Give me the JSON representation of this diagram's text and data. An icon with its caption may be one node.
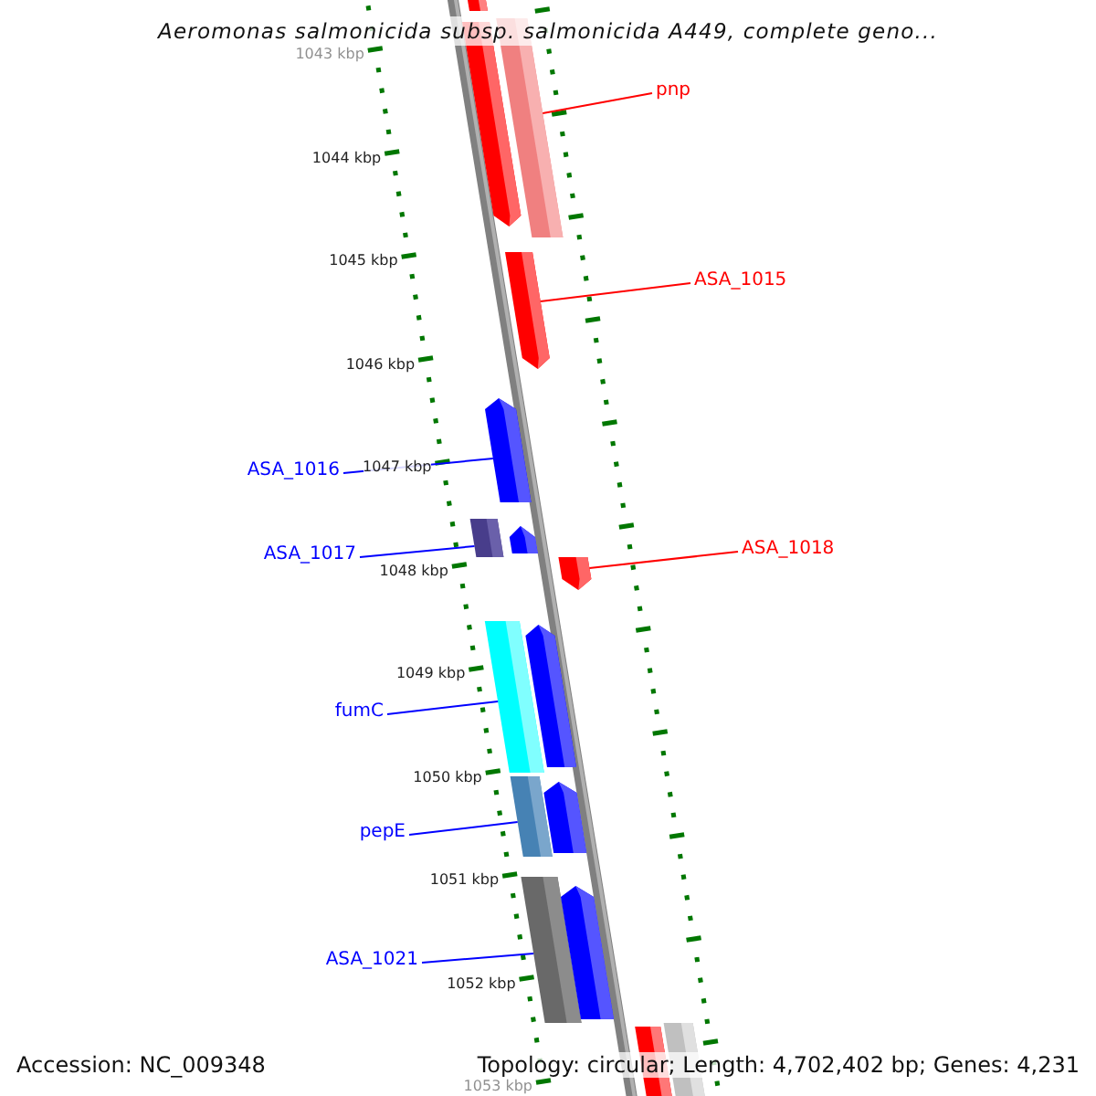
{
  "diagram": {
    "title": "Aeromonas salmonicida subsp. salmonicida A449, complete geno...",
    "nodes": [
      {
        "text": [
          "pnp"
        ]
      },
      {
        "text": [
          "ASA_1015"
        ]
      },
      {
        "text": [
          "ASA_1016"
        ]
      },
      {
        "text": [
          "ASA_1017"
        ]
      },
      {
        "text": [
          "ASA_1018"
        ]
      },
      {
        "text": [
          "fumC"
        ]
      },
      {
        "text": [
          "pepE"
        ]
      },
      {
        "text": [
          "ASA_1021"
        ]
      },
      {
        "text": [],
        "shape": "bar"
      },
      {
        "text": [],
        "shape": "bar"
      },
      {
        "text": [],
        "shape": "bar"
      },
      {
        "text": [],
        "shape": "bar"
      },
      {
        "text": [],
        "shape": "bar"
      },
      {
        "text": [],
        "shape": "bar"
      },
      {
        "text": [],
        "shape": "bar"
      },
      {
        "text": [],
        "shape": "bar"
      },
      {
        "text": [],
        "shape": "bar"
      },
      {
        "text": [],
        "shape": "bar"
      },
      {
        "text": [],
        "shape": "bar"
      },
      {
        "text": [],
        "shape": "bar"
      },
      {
        "text": [],
        "shape": "bar"
      },
      {
        "text": [],
        "shape": "bar"
      },
      {
        "text": [],
        "shape": "bar"
      },
      {
        "text": [],
        "shape": "bar"
      }
    ],
    "edges": [
      {
        "from": 0,
        "to": 10,
        "arrow": "none",
        "color": "#ff0000"
      },
      {
        "from": 1,
        "to": 11,
        "arrow": "none",
        "color": "#ff0000"
      },
      {
        "from": 2,
        "to": 12,
        "arrow": "none"
      },
      {
        "from": 3,
        "to": 13,
        "arrow": "none"
      },
      {
        "from": 4,
        "to": 15,
        "arrow": "none",
        "color": "#ff0000"
      },
      {
        "from": 5,
        "to": 16,
        "arrow": "none"
      },
      {
        "from": 6,
        "to": 18,
        "arrow": "none"
      },
      {
        "from": 7,
        "to": 20,
        "arrow": "none"
      }
    ],
    "labels": [
      "1043 kbp",
      "1044 kbp",
      "1045 kbp",
      "1046 kbp",
      "1047 kbp",
      "1048 kbp",
      "1049 kbp",
      "1050 kbp",
      "1051 kbp",
      "1052 kbp",
      "1053 kbp",
      "Accession: NC_009348",
      "Topology: circular; Length: 4,702,402 bp; Genes: 4,231"
    ]
  }
}
